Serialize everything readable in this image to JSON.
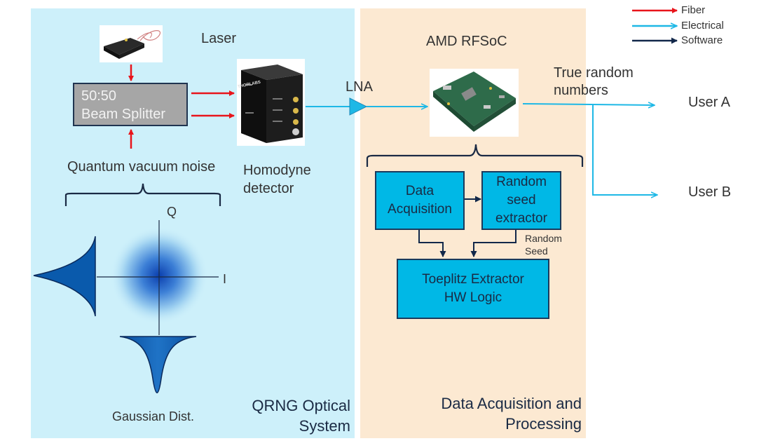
{
  "legend": {
    "items": [
      {
        "label": "Fiber",
        "color": "#e8141b"
      },
      {
        "label": "Electrical",
        "color": "#1eb8e6"
      },
      {
        "label": "Software",
        "color": "#12284a"
      }
    ]
  },
  "optical": {
    "laser_label": "Laser",
    "splitter_line1": "50:50",
    "splitter_line2": "Beam Splitter",
    "vacuum_label": "Quantum vacuum noise",
    "detector_line1": "Homodyne",
    "detector_line2": "detector",
    "axis_q": "Q",
    "axis_i": "I",
    "gaussian_label": "Gaussian Dist.",
    "section_line1": "QRNG Optical",
    "section_line2": "System"
  },
  "lna_label": "LNA",
  "daq": {
    "board_label": "AMD RFSoC",
    "data_acq_line1": "Data",
    "data_acq_line2": "Acquisition",
    "seed_line1": "Random",
    "seed_line2": "seed",
    "seed_line3": "extractor",
    "seed_note_line1": "Random",
    "seed_note_line2": "Seed",
    "toeplitz_line1": "Toeplitz Extractor",
    "toeplitz_line2": "HW Logic",
    "section_line1": "Data Acquisition and",
    "section_line2": "Processing"
  },
  "output": {
    "trng_line1": "True random",
    "trng_line2": "numbers",
    "user_a": "User A",
    "user_b": "User B"
  },
  "device_labels": {
    "detector_brand": "THORLABS"
  }
}
